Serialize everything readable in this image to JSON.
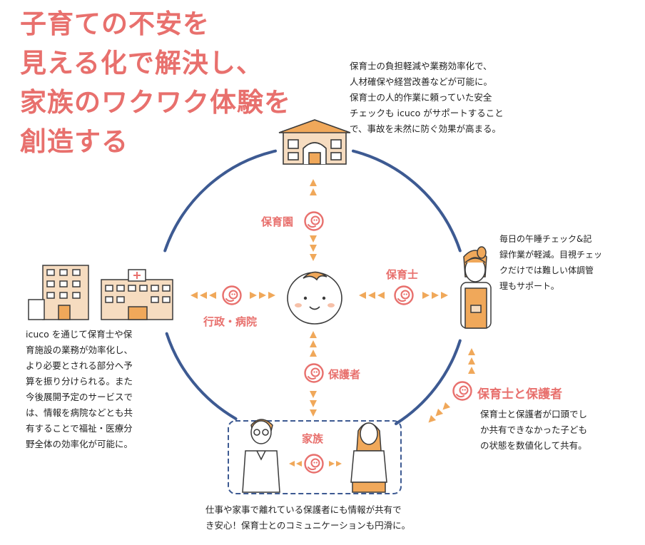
{
  "headline": {
    "lines": [
      "子育ての不安を",
      "見える化で解決し、",
      "家族のワクワク体験を",
      "創造する"
    ]
  },
  "nodes": {
    "nursery": {
      "label": "保育園",
      "description": "保育士の負担軽減や業務効率化で、\n人材確保や経営改善などが可能に。\n保育士の人的作業に頼っていた安全\nチェックも icuco がサポートすること\nで、事故を未然に防ぐ効果が高まる。"
    },
    "nurse": {
      "label": "保育士",
      "description": "毎日の午睡チェック&記\n録作業が軽減。目視チェッ\nクだけでは難しい体調管\n理もサポート。"
    },
    "government": {
      "label": "行政・病院",
      "description": "icuco を通じて保育士や保\n育施設の業務が効率化し、\nより必要とされる部分へ予\n算を振り分けられる。また\n今後展開予定のサービスで\nは、情報を病院などとも共\n有することで福祉・医療分\n野全体の効率化が可能に。"
    },
    "guardian": {
      "label": "保護者"
    },
    "family": {
      "label": "家族",
      "description": "仕事や家事で離れている保護者にも情報が共有で\nき安心！保育士とのコミュニケーションも円滑に。"
    },
    "nurse_and_guardian": {
      "label": "保育士と保護者",
      "description": "保育士と保護者が口頭でし\nか共有できなかった子ども\nの状態を数値化して共有。"
    }
  },
  "colors": {
    "accent_pink": "#e8706d",
    "accent_orange": "#f0a85a",
    "ring_blue": "#3d5a92",
    "icon_beige": "#f6dcc0",
    "line_dark": "#3a3a3a"
  },
  "icons": {
    "hub_logo": "icuco-baby-logo-icon",
    "center": "baby-face-icon",
    "nursery": "nursery-building-icon",
    "government": "office-building-icon",
    "hospital": "hospital-building-icon",
    "nurse": "nurse-woman-icon",
    "father": "father-man-icon",
    "mother": "mother-woman-icon"
  }
}
